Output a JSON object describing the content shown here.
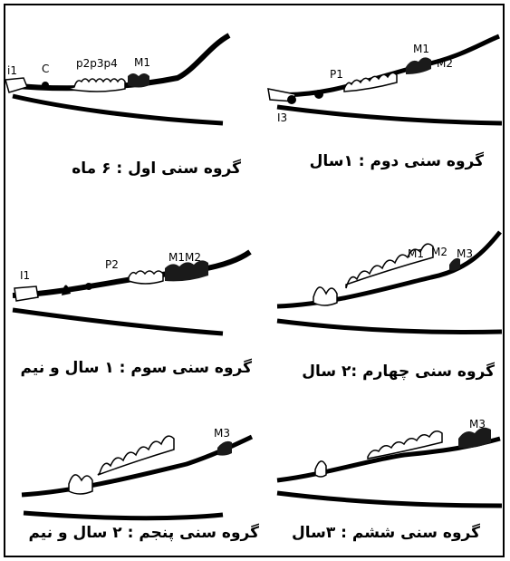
{
  "colors": {
    "ink": "#000000",
    "tooth_fill": "#ffffff",
    "molar_dark": "#1a1a1a",
    "border": "#000000"
  },
  "panels": [
    {
      "caption": "گروه سنی اول : ۶ ماه",
      "labels": [
        "i1",
        "C",
        "p2p3p4",
        "M1"
      ]
    },
    {
      "caption": "گروه سنی دوم : ۱سال",
      "labels": [
        "P1",
        "M1",
        "M2",
        "I3"
      ]
    },
    {
      "caption": "گروه سنی سوم : ۱ سال و نیم",
      "labels": [
        "I1",
        "P2",
        "M1M2"
      ]
    },
    {
      "caption": "گروه سنی چهارم :۲ سال",
      "labels": [
        "M1",
        "M2",
        "M3"
      ]
    },
    {
      "caption": "گروه سنی پنجم : ۲ سال و نیم",
      "labels": [
        "M3"
      ]
    },
    {
      "caption": "گروه سنی ششم : ۳سال",
      "labels": [
        "M3"
      ]
    }
  ]
}
